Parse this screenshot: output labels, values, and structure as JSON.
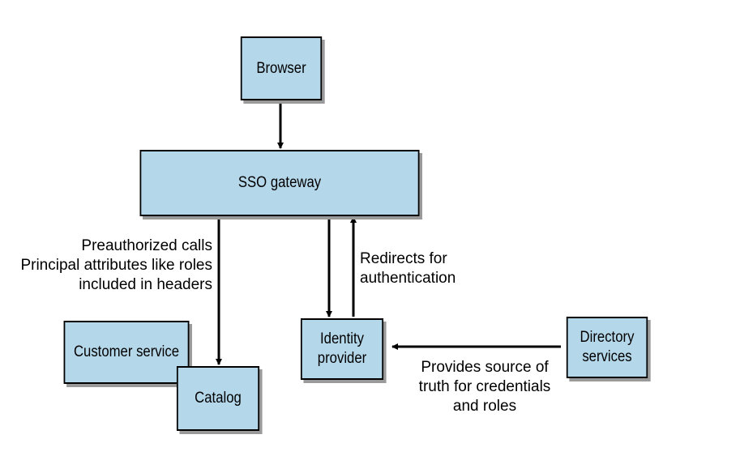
{
  "nodes": {
    "browser": "Browser",
    "sso_gateway": "SSO gateway",
    "customer_service": "Customer service",
    "catalog": "Catalog",
    "identity_provider": [
      "Identity",
      "provider"
    ],
    "directory_services": [
      "Directory",
      "services"
    ]
  },
  "edge_labels": {
    "preauthorized": [
      "Preauthorized calls",
      "Principal attributes like roles",
      "included in headers"
    ],
    "redirects": [
      "Redirects for",
      "authentication"
    ],
    "provides": [
      "Provides source of",
      "truth for credentials",
      "and roles"
    ]
  },
  "colors": {
    "box_fill": "#b4d7ea",
    "box_border": "#000000",
    "shadow": "#9a9a9a"
  }
}
